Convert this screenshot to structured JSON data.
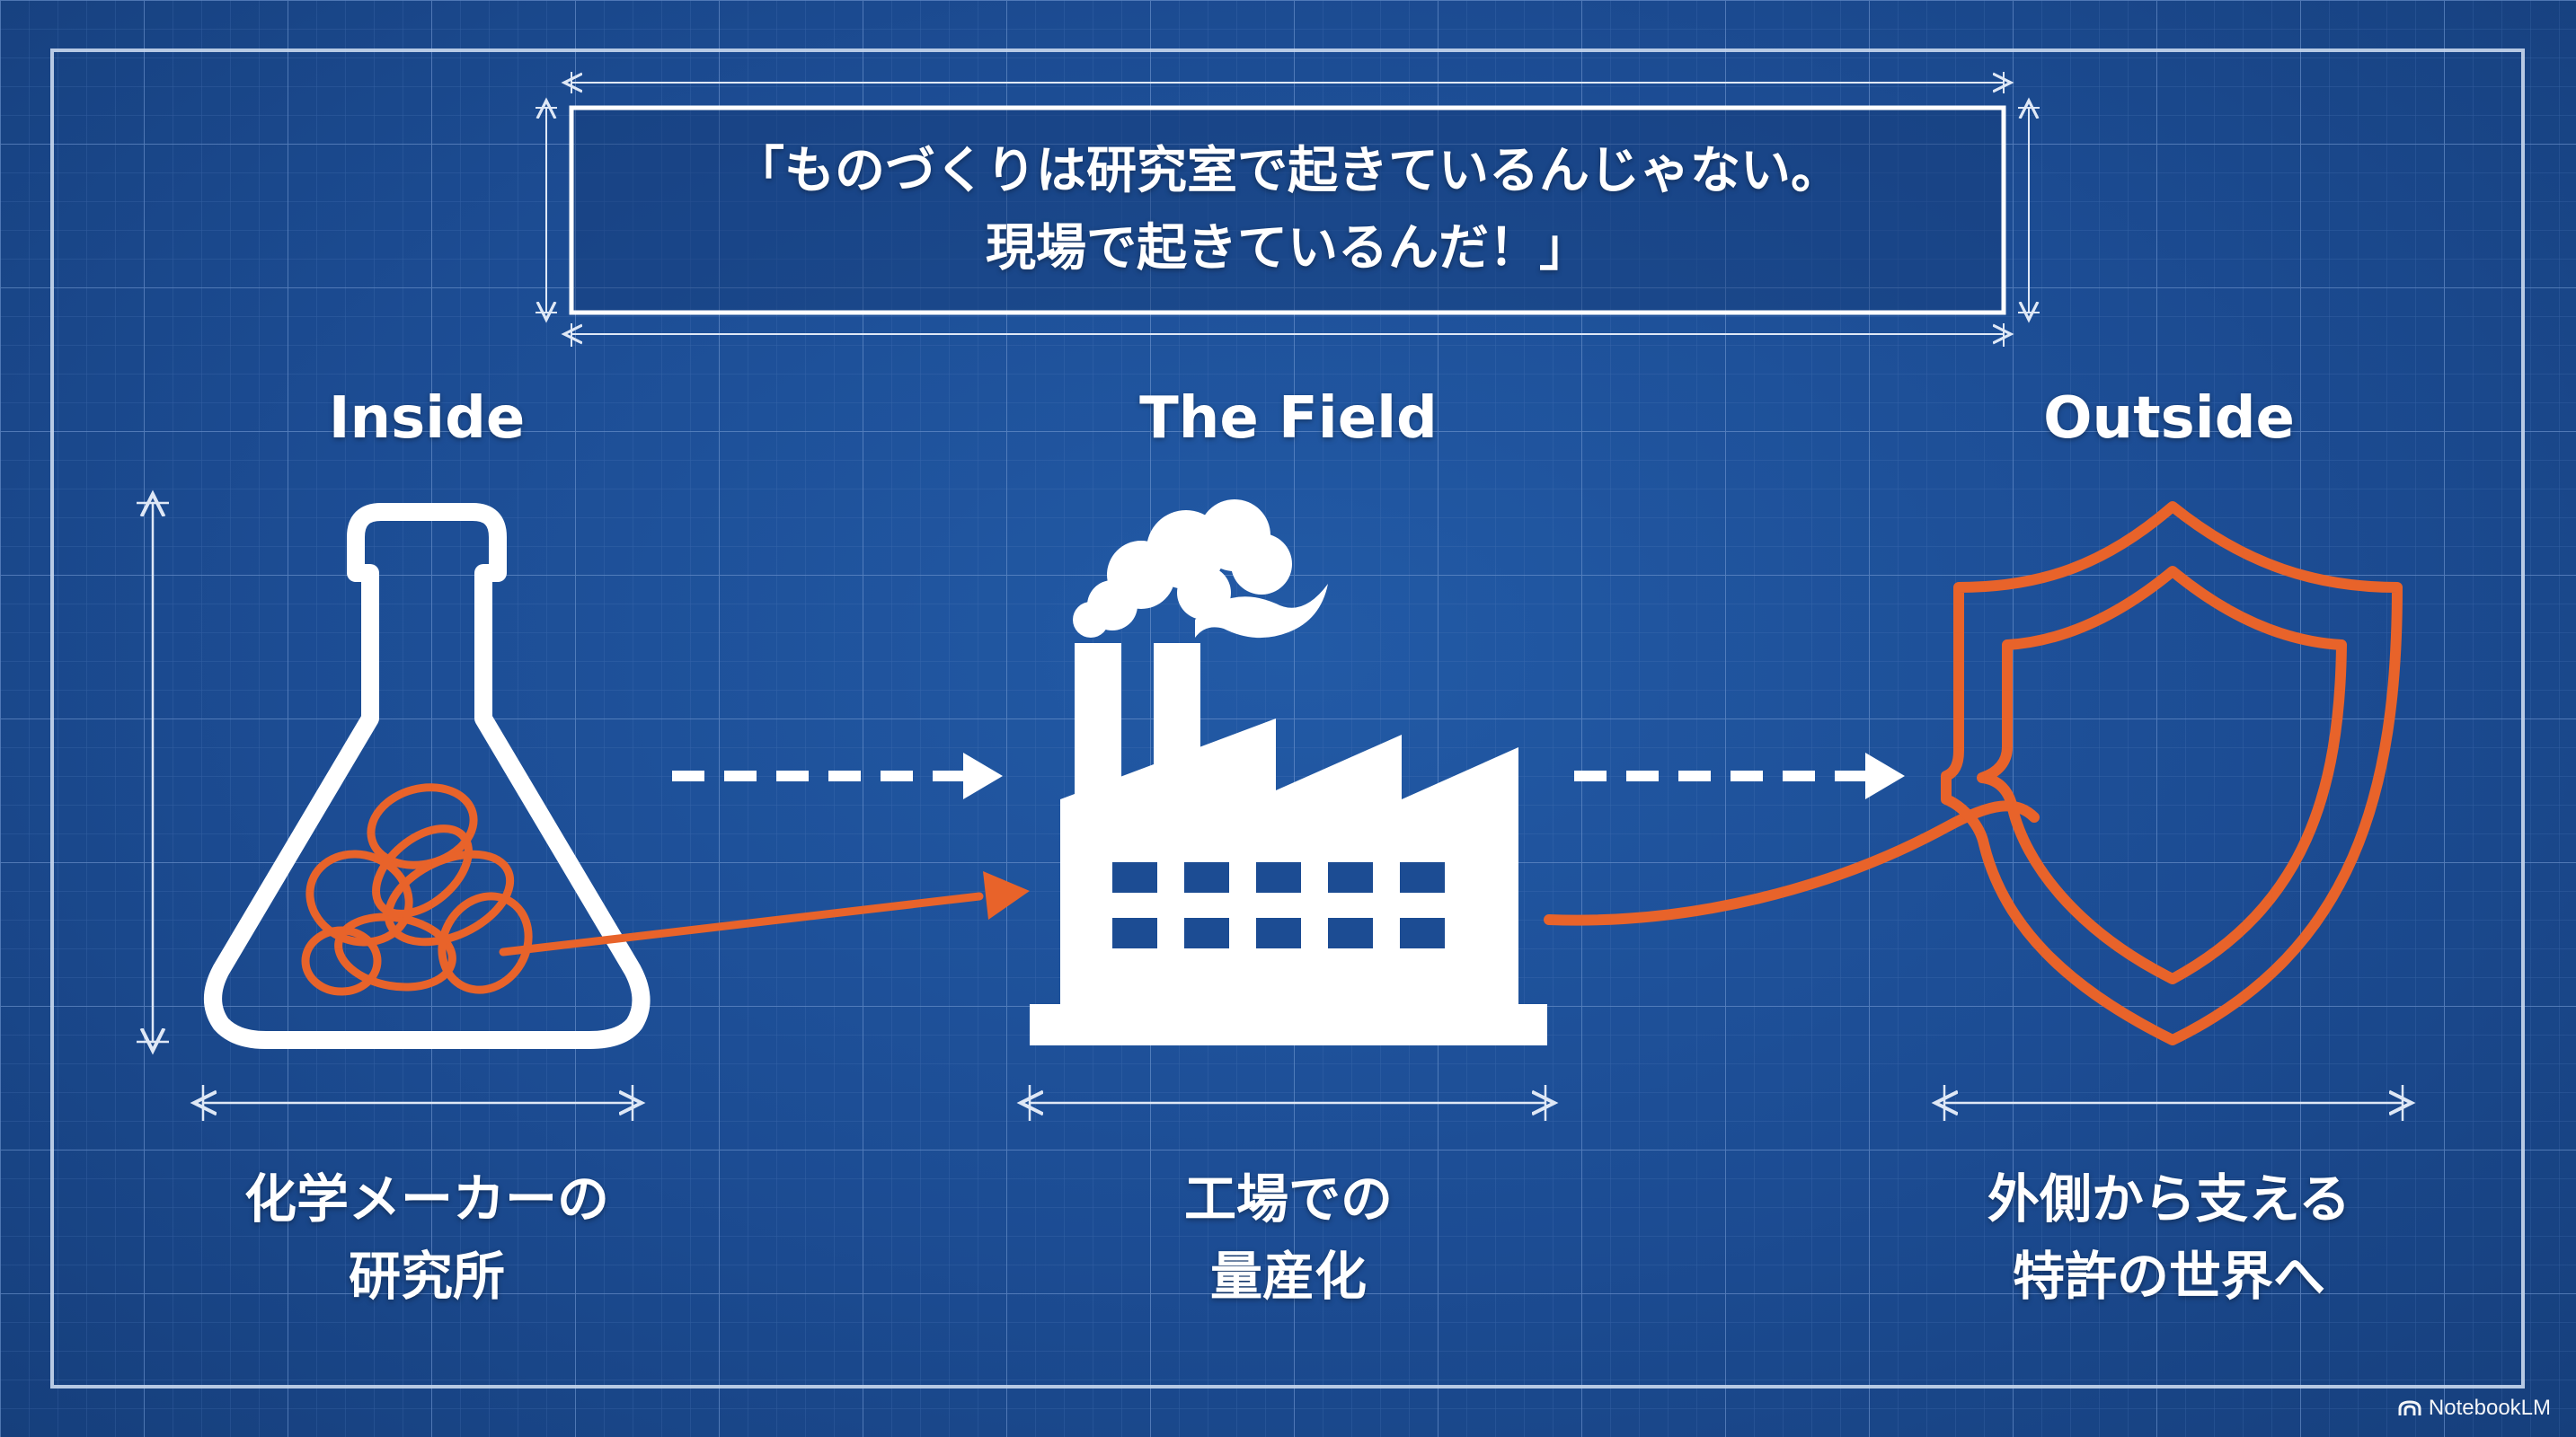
{
  "quote": {
    "line1": "「ものづくりは研究室で起きているんじゃない。",
    "line2": "現場で起きているんだ！」"
  },
  "columns": [
    {
      "title": "Inside",
      "caption_line1": "化学メーカーの",
      "caption_line2": "研究所",
      "icon": "flask-icon"
    },
    {
      "title": "The Field",
      "caption_line1": "工場での",
      "caption_line2": "量産化",
      "icon": "factory-icon"
    },
    {
      "title": "Outside",
      "caption_line1": "外側から支える",
      "caption_line2": "特許の世界へ",
      "icon": "shield-icon"
    }
  ],
  "brand": {
    "name": "NotebookLM",
    "icon": "notebooklm-logo-icon"
  },
  "colors": {
    "background": "#1c4c93",
    "grid_line": "#5e86c2",
    "line_art": "#ffffff",
    "accent": "#e8632a"
  }
}
